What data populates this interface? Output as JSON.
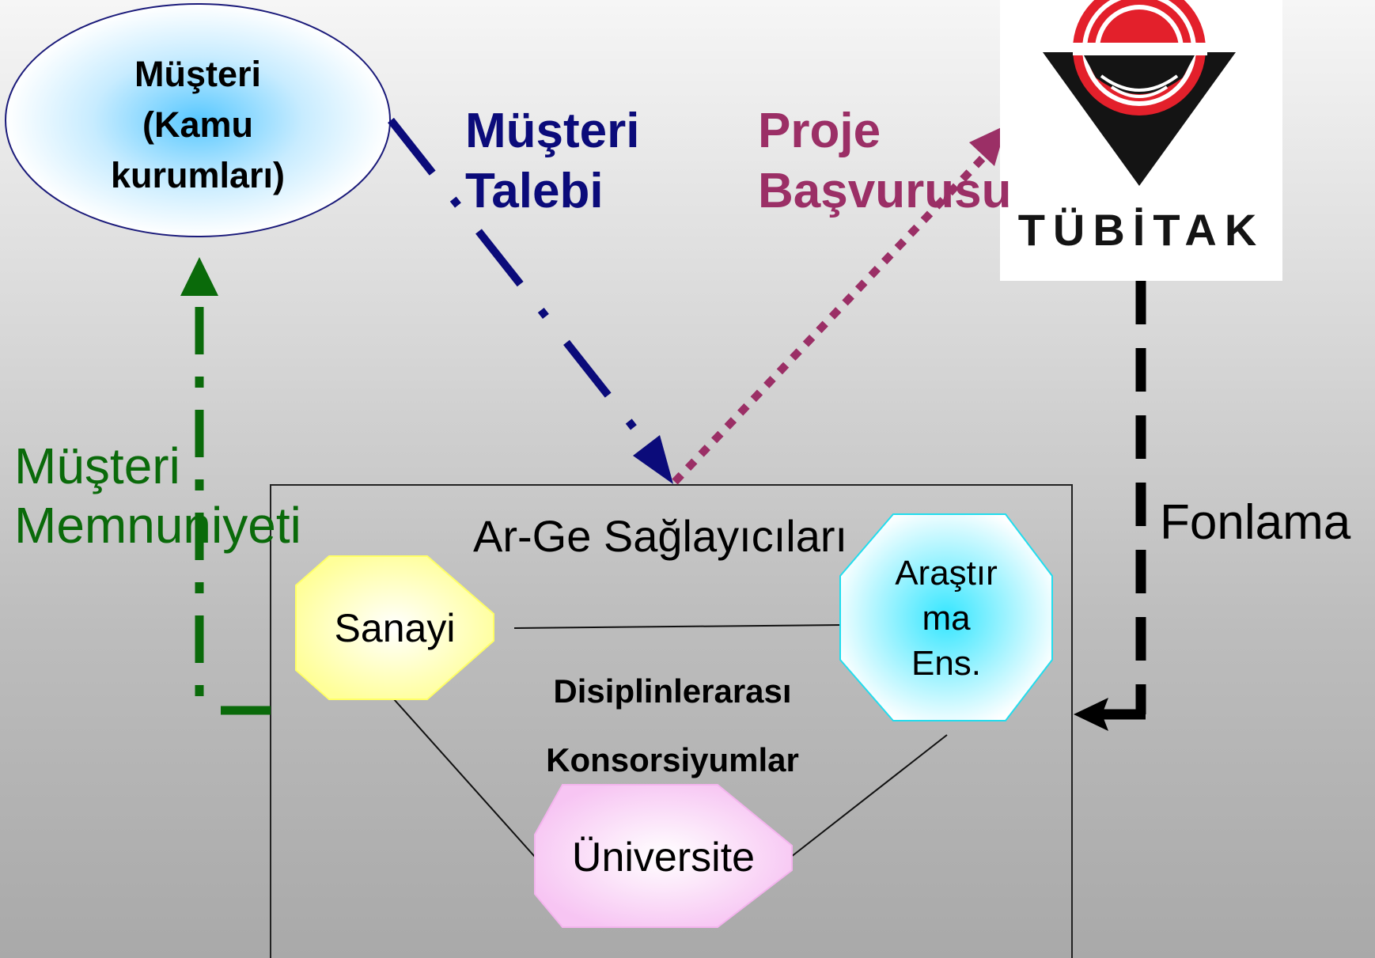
{
  "customer": {
    "label_line1": "Müşteri",
    "label_line2": "(Kamu",
    "label_line3": "kurumları)"
  },
  "flows": {
    "demand_line1": "Müşteri",
    "demand_line2": "Talebi",
    "application_line1": "Proje",
    "application_line2": "Başvurusu",
    "satisfaction_line1": "Müşteri",
    "satisfaction_line2": "Memnuniyeti",
    "funding": "Fonlama"
  },
  "funder": {
    "logo_text": "TÜBİTAK"
  },
  "providers": {
    "title": "Ar-Ge Sağlayıcıları",
    "industry": "Sanayi",
    "research_line1": "Araştır",
    "research_line2": "ma",
    "research_line3": "Ens.",
    "university": "Üniversite",
    "center_line1": "Disiplinlerarası",
    "center_line2": "Konsorsiyumlar"
  },
  "colors": {
    "demand": "#0b0b7a",
    "application": "#9b2f66",
    "satisfaction": "#0a6a0a",
    "funding": "#000000",
    "logo_red": "#e3202b"
  }
}
